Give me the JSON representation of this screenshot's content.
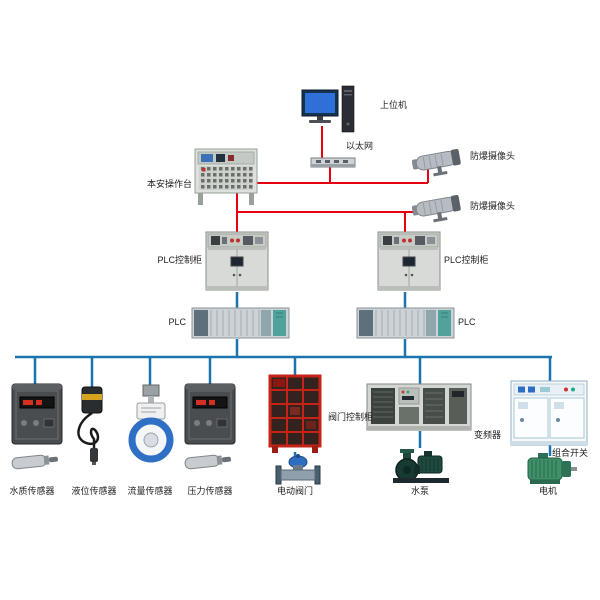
{
  "colors": {
    "network_line": "#e60012",
    "fieldbus_line": "#1b74ae"
  },
  "nodes": {
    "host_computer": {
      "label": "上位机"
    },
    "ethernet": {
      "label": "以太网"
    },
    "camera_top": {
      "label": "防爆摄像头"
    },
    "camera_bottom": {
      "label": "防爆摄像头"
    },
    "console": {
      "label": "本安操作台"
    },
    "plc_cabinet_left": {
      "label": "PLC控制柜"
    },
    "plc_cabinet_right": {
      "label": "PLC控制柜"
    },
    "plc_rack_left": {
      "label": "PLC"
    },
    "plc_rack_right": {
      "label": "PLC"
    },
    "water_quality_sensor": {
      "label": "水质传感器"
    },
    "level_sensor": {
      "label": "液位传感器"
    },
    "flow_sensor": {
      "label": "流量传感器"
    },
    "pressure_sensor": {
      "label": "压力传感器"
    },
    "valve_control_cabinet": {
      "label": "阀门控制柜"
    },
    "electric_valve": {
      "label": "电动阀门"
    },
    "vfd": {
      "label": "变频器"
    },
    "water_pump": {
      "label": "水泵"
    },
    "combination_switch": {
      "label": "组合开关"
    },
    "motor": {
      "label": "电机"
    }
  }
}
